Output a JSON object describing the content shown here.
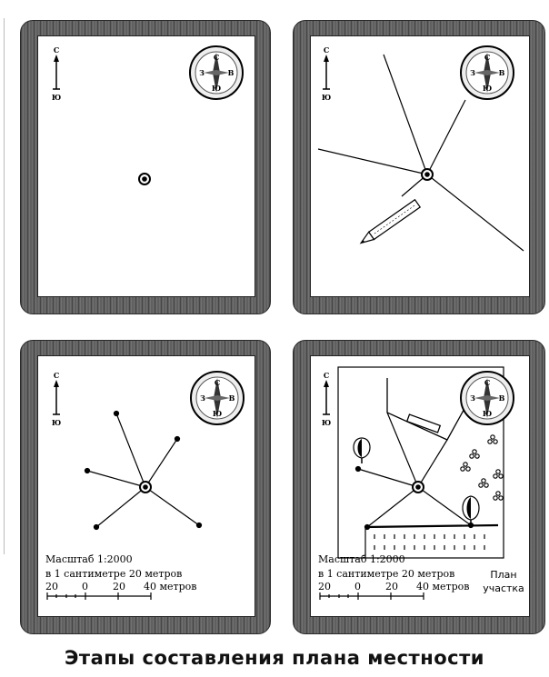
{
  "caption": "Этапы составления плана местности",
  "north_arrow": {
    "north": "С",
    "south": "Ю"
  },
  "compass": {
    "north": "С",
    "south": "Ю",
    "west": "З",
    "east": "В"
  },
  "legend": {
    "scale": "Масштаб 1:2000",
    "note": "в 1 сантиметре 20 метров",
    "ticks": [
      "20",
      "0",
      "20",
      "40 метров"
    ]
  },
  "panel4_label_line1": "План",
  "panel4_label_line2": "участка"
}
